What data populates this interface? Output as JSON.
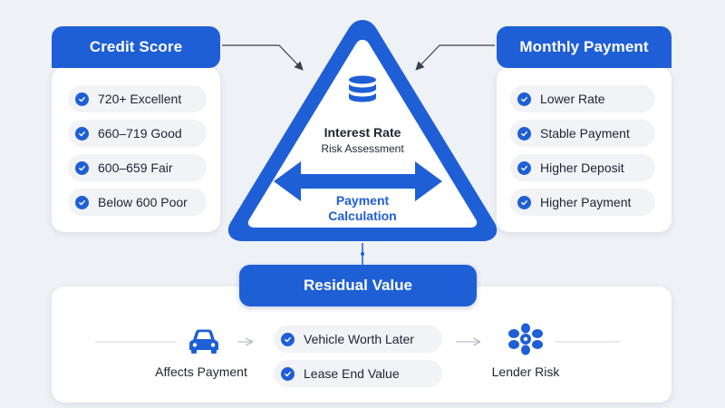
{
  "credit_score": {
    "title": "Credit Score",
    "items": [
      "720+ Excellent",
      "660–719 Good",
      "600–659 Fair",
      "Below 600 Poor"
    ]
  },
  "monthly_payment": {
    "title": "Monthly Payment",
    "items": [
      "Lower Rate",
      "Stable Payment",
      "Higher Deposit",
      "Higher Payment"
    ]
  },
  "center": {
    "title": "Interest Rate",
    "subtitle": "Risk Assessment",
    "calc_line1": "Payment",
    "calc_line2": "Calculation"
  },
  "residual": {
    "title": "Residual Value",
    "affects_label": "Affects Payment",
    "items": [
      "Vehicle Worth Later",
      "Lease End Value"
    ],
    "lender_label": "Lender Risk"
  },
  "colors": {
    "brand_blue": "#1f5fd6",
    "background": "#eef1f6"
  },
  "icons": {
    "center": "database-icon",
    "affects": "car-icon",
    "lender": "network-icon",
    "item": "check-circle-icon"
  }
}
